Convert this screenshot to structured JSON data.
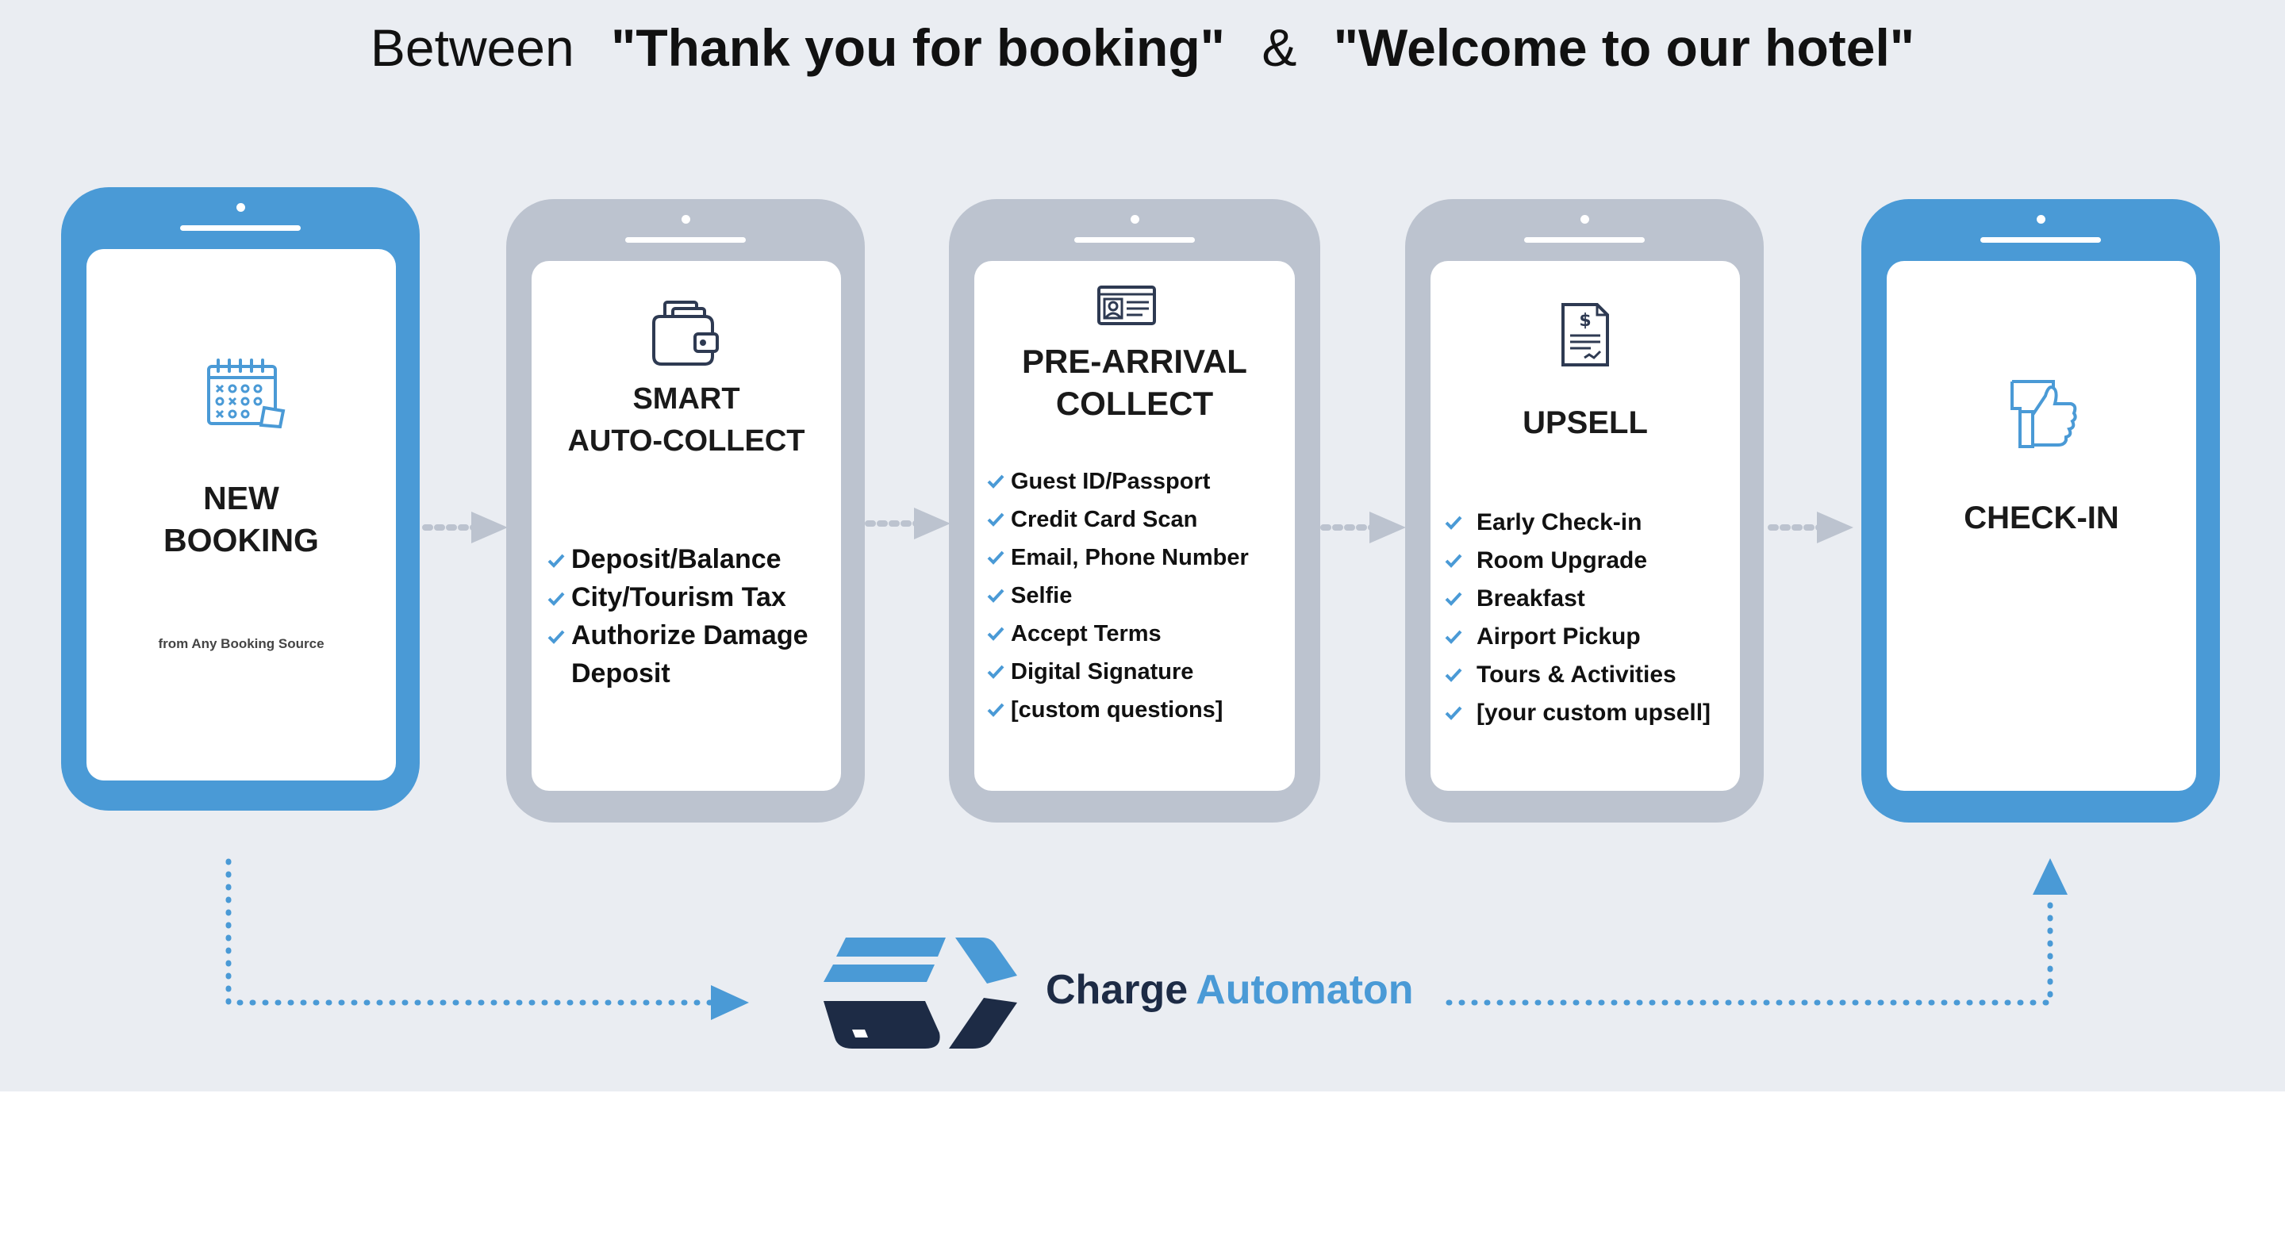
{
  "header": {
    "prefix": "Between",
    "quote_1": "\"Thank you for booking\"",
    "joiner": "&",
    "quote_2": "\"Welcome to our hotel\""
  },
  "steps": [
    {
      "title_lines": [
        "NEW",
        "BOOKING"
      ],
      "subtitle": "from Any Booking Source",
      "icon": "calendar-icon",
      "items": []
    },
    {
      "title_lines": [
        "SMART",
        "AUTO-COLLECT"
      ],
      "icon": "wallet-icon",
      "items": [
        "Deposit/Balance",
        "City/Tourism Tax",
        "Authorize Damage",
        "Deposit"
      ]
    },
    {
      "title_lines": [
        "PRE-ARRIVAL",
        "COLLECT"
      ],
      "icon": "id-card-icon",
      "items": [
        "Guest ID/Passport",
        "Credit Card Scan",
        "Email, Phone Number",
        "Selfie",
        "Accept Terms",
        "Digital Signature",
        "[custom questions]"
      ]
    },
    {
      "title_lines": [
        "UPSELL"
      ],
      "icon": "invoice-icon",
      "items": [
        "Early Check-in",
        "Room Upgrade",
        "Breakfast",
        "Airport Pickup",
        "Tours & Activities",
        "[your custom upsell]"
      ]
    },
    {
      "title_lines": [
        "CHECK-IN"
      ],
      "icon": "thumbs-up-icon",
      "items": []
    }
  ],
  "brand": {
    "name_part_1": "Charge",
    "name_part_2": "Automaton"
  },
  "colors": {
    "accent_blue": "#4a9ad6",
    "phone_grey": "#bcc3cf",
    "canvas_bg": "#eaedf2",
    "brand_navy": "#1d2b45",
    "icon_navy": "#2e3a52"
  }
}
